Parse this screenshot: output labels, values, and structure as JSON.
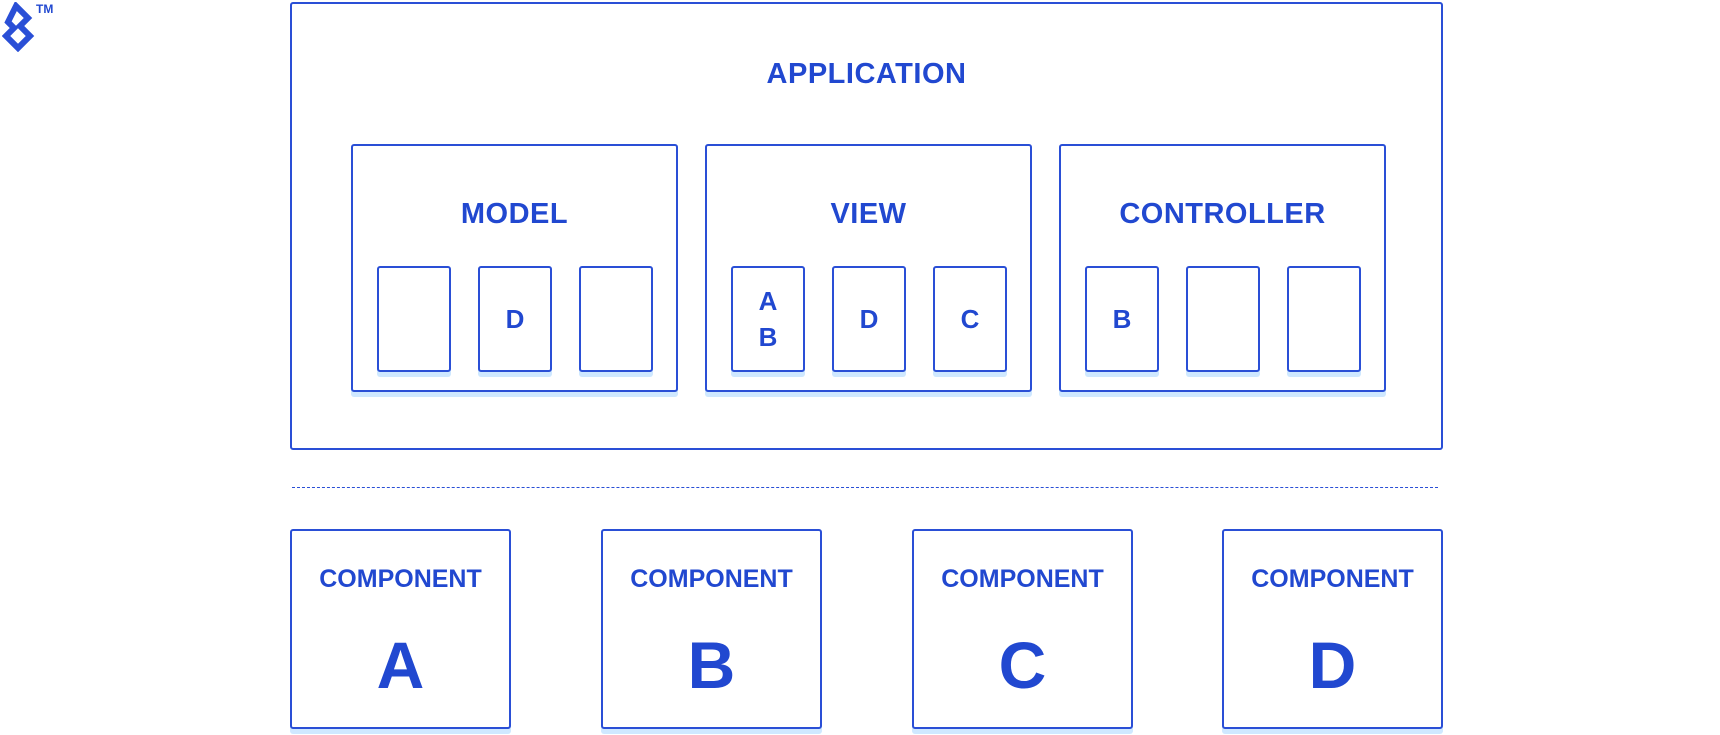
{
  "logo": {
    "mark": "toptal-logo-icon",
    "trademark": "TM"
  },
  "application": {
    "title": "APPLICATION",
    "groups": [
      {
        "title": "MODEL",
        "slots": [
          "",
          "D",
          ""
        ]
      },
      {
        "title": "VIEW",
        "slots": [
          "A\nB",
          "D",
          "C"
        ]
      },
      {
        "title": "CONTROLLER",
        "slots": [
          "B",
          "",
          ""
        ]
      }
    ]
  },
  "components": [
    {
      "label": "COMPONENT",
      "letter": "A"
    },
    {
      "label": "COMPONENT",
      "letter": "B"
    },
    {
      "label": "COMPONENT",
      "letter": "C"
    },
    {
      "label": "COMPONENT",
      "letter": "D"
    }
  ],
  "colors": {
    "stroke": "#2a4fd6",
    "text": "#2148d0",
    "shadow": "#cfe8ff"
  }
}
